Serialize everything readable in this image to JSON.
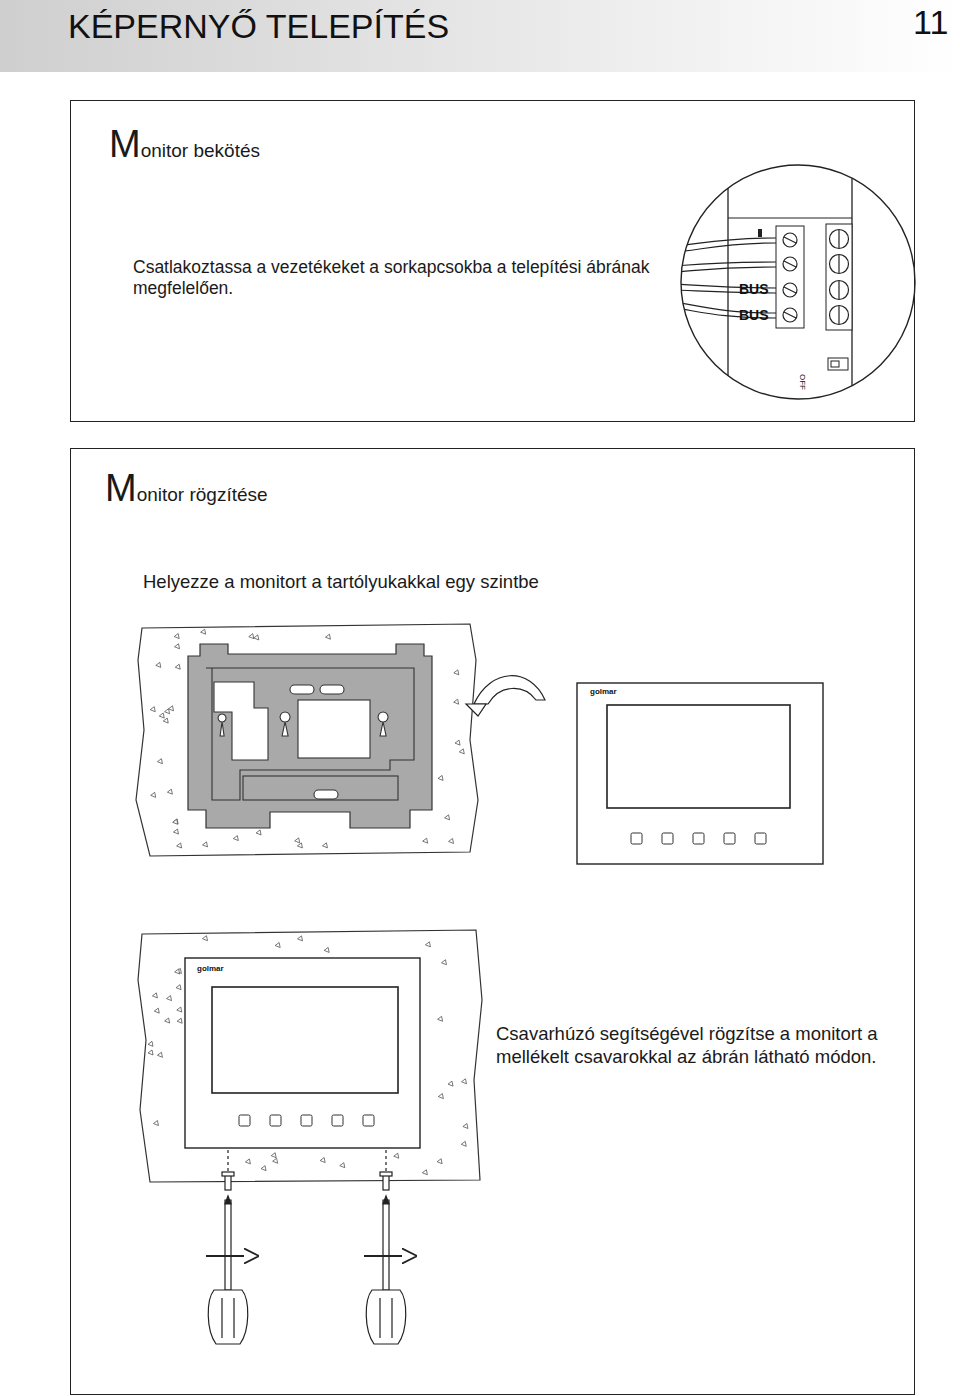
{
  "diagram": {
    "title": "KÉPERNYŐ TELEPÍTÉS",
    "nodes": [
      {
        "text": [
          "Monitor bekötés",
          "Csatlakoztassa a vezetékeket a sorkapcsokba a telepítési ábrának megfelelően."
        ]
      },
      {
        "text": [
          "Monitor rögzítése",
          "Helyezze a monitort a tartólyukakkal egy szintbe",
          "Csavarhúzó segítségével rögzítse a monitort a mellékelt csavarokkal az ábrán látható módon."
        ]
      }
    ],
    "labels": [
      "11",
      "BUS",
      "BUS",
      "OFF",
      "golmar",
      "golmar"
    ]
  }
}
